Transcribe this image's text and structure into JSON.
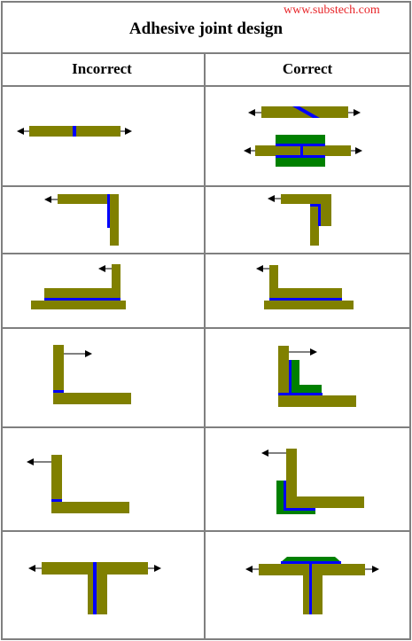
{
  "watermark": "www.substech.com",
  "title": "Adhesive joint design",
  "columns": {
    "incorrect": "Incorrect",
    "correct": "Correct"
  },
  "colors": {
    "adherend": "#808000",
    "adhesive": "#0000ff",
    "reinforcement": "#008000",
    "border": "#7f7f7f",
    "arrow": "#000000",
    "watermark": "#e8262a"
  },
  "rows": [
    {
      "incorrect": "butt-joint",
      "correct": [
        "scarf-joint",
        "double-strap-joint"
      ]
    },
    {
      "incorrect": "corner-butt-joint",
      "correct": "corner-lap-joint"
    },
    {
      "incorrect": "angle-butt-on-plate",
      "correct": "angle-lap-on-plate"
    },
    {
      "incorrect": "l-butt-joint",
      "correct": "l-joint-with-angle-reinforcement"
    },
    {
      "incorrect": "l-butt-joint-pull",
      "correct": "l-joint-with-corner-block"
    },
    {
      "incorrect": "t-butt-joint",
      "correct": "t-joint-with-strap"
    }
  ]
}
